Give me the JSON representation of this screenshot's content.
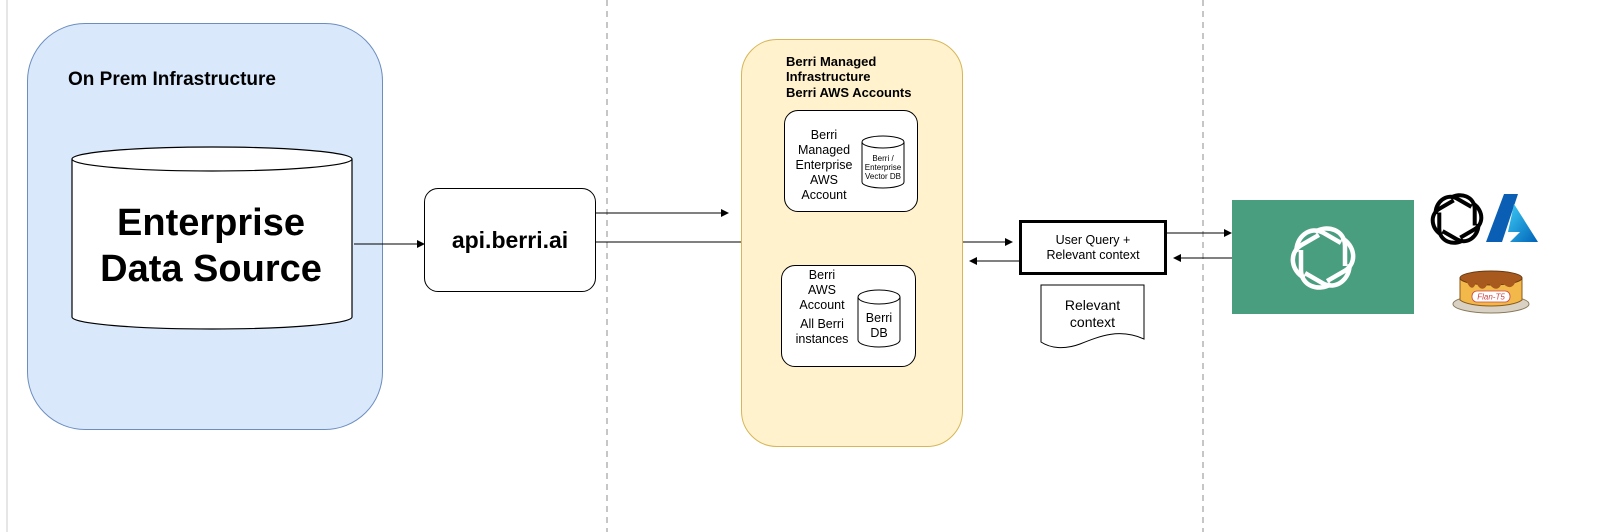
{
  "on_prem": {
    "title": "On Prem Infrastructure",
    "datasource_line1": "Enterprise",
    "datasource_line2": "Data Source"
  },
  "api": {
    "label": "api.berri.ai"
  },
  "berri_managed": {
    "title_lines": [
      "Berri Managed",
      "Infrastructure",
      "Berri AWS Accounts"
    ],
    "account1": {
      "lines": [
        "Berri",
        "Managed",
        "Enterprise",
        "AWS",
        "Account"
      ],
      "db_lines": [
        "Berri /",
        "Enterprise",
        "Vector DB"
      ]
    },
    "account2": {
      "lines": [
        "Berri",
        "AWS",
        "Account",
        "All Berri",
        "instances"
      ],
      "db_lines": [
        "Berri",
        "DB"
      ]
    }
  },
  "query_box": {
    "line1": "User Query +",
    "line2": "Relevant context"
  },
  "relevant_doc": {
    "line1": "Relevant",
    "line2": "context"
  },
  "models": {
    "tiles": [
      "openai-logo-icon",
      "azure-logo-icon",
      "flan-t5-icon"
    ],
    "flan_label": "Flan-T5"
  },
  "colors": {
    "on_prem_fill": "#dae8fc",
    "on_prem_stroke": "#6c8ebf",
    "berri_fill": "#fff2cc",
    "berri_stroke": "#d6b656",
    "openai_tile": "#4a9e80",
    "azure_blue": "#0078d4"
  }
}
